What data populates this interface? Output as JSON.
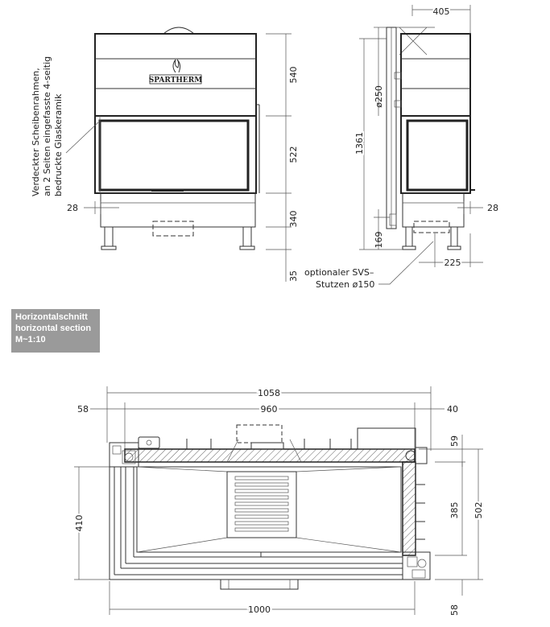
{
  "brand": "SPARTHERM",
  "section_label": {
    "line1": "Horizontalschnitt",
    "line2": "horizontal section",
    "line3": "M~1:10"
  },
  "notes": {
    "frame_line1": "Verdeckter Scheibenrahmen,",
    "frame_line2": "an 2 Seiten eingefasste 4-seitig",
    "frame_line3": "bedruckte Glaskeramik",
    "svs_line1": "optionaler SVS–",
    "svs_line2": "Stutzen ø150"
  },
  "front_view": {
    "dims": {
      "d540": "540",
      "d522": "522",
      "d340": "340",
      "d35": "35",
      "d28": "28"
    }
  },
  "side_view": {
    "dims": {
      "d405": "405",
      "d250": "ø250",
      "d1361": "1361",
      "d169": "169",
      "d28": "28",
      "d225": "225"
    }
  },
  "plan_view": {
    "dims": {
      "d1058": "1058",
      "d960": "960",
      "d58_left": "58",
      "d40": "40",
      "d59": "59",
      "d385": "385",
      "d502": "502",
      "d410": "410",
      "d1000": "1000",
      "d58_bottom": "58"
    }
  },
  "colors": {
    "ink": "#222222",
    "label_bg": "#9a9a9a",
    "hatch": "#666666"
  }
}
